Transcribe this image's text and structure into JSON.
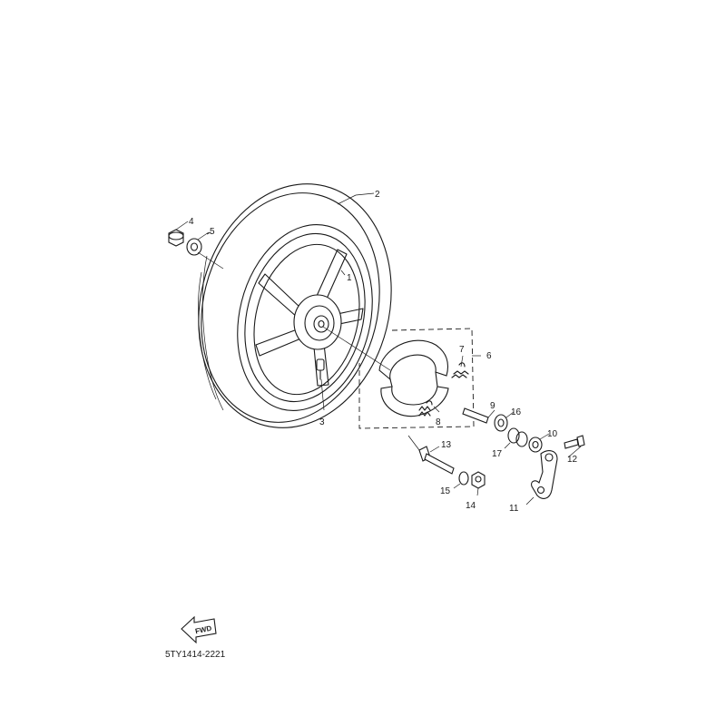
{
  "callouts": [
    "1",
    "2",
    "3",
    "4",
    "5",
    "6",
    "7",
    "8",
    "9",
    "10",
    "11",
    "12",
    "13",
    "14",
    "15",
    "16",
    "17"
  ],
  "direction_badge": "FWD",
  "drawing_code": "5TY1414-2221"
}
